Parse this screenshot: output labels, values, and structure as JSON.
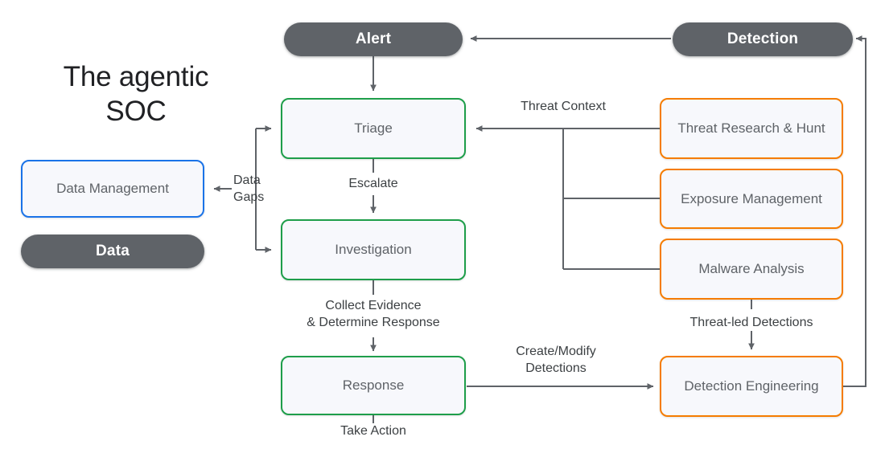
{
  "diagram": {
    "title": "The agentic\nSOC",
    "title_line1": "The agentic",
    "title_line2": "SOC",
    "colors": {
      "pill_fill": "#5f6368",
      "pill_text": "#ffffff",
      "card_fill": "#f7f8fc",
      "card_text": "#5f6368",
      "green_border": "#1e9e4a",
      "orange_border": "#f57c00",
      "blue_border": "#1a73e8",
      "edge_stroke": "#5f6368",
      "label_text": "#3c4043",
      "background": "#ffffff"
    }
  },
  "nodes": {
    "alert": {
      "label": "Alert",
      "shape": "pill",
      "accent": "#5f6368"
    },
    "detection": {
      "label": "Detection",
      "shape": "pill",
      "accent": "#5f6368"
    },
    "data": {
      "label": "Data",
      "shape": "pill",
      "accent": "#5f6368"
    },
    "data_management": {
      "label": "Data Management",
      "shape": "card",
      "accent": "#1a73e8"
    },
    "triage": {
      "label": "Triage",
      "shape": "card",
      "accent": "#1e9e4a"
    },
    "investigation": {
      "label": "Investigation",
      "shape": "card",
      "accent": "#1e9e4a"
    },
    "response": {
      "label": "Response",
      "shape": "card",
      "accent": "#1e9e4a"
    },
    "threat_research": {
      "label": "Threat Research & Hunt",
      "shape": "card",
      "accent": "#f57c00"
    },
    "exposure_management": {
      "label": "Exposure Management",
      "shape": "card",
      "accent": "#f57c00"
    },
    "malware_analysis": {
      "label": "Malware Analysis",
      "shape": "card",
      "accent": "#f57c00"
    },
    "detection_engineering": {
      "label": "Detection Engineering",
      "shape": "card",
      "accent": "#f57c00"
    }
  },
  "edge_labels": {
    "threat_context": "Threat Context",
    "data_gaps": "Data\nGaps",
    "escalate": "Escalate",
    "collect_evidence": "Collect Evidence\n& Determine Response",
    "take_action": "Take Action",
    "create_modify": "Create/Modify\nDetections",
    "threat_led": "Threat-led Detections"
  }
}
